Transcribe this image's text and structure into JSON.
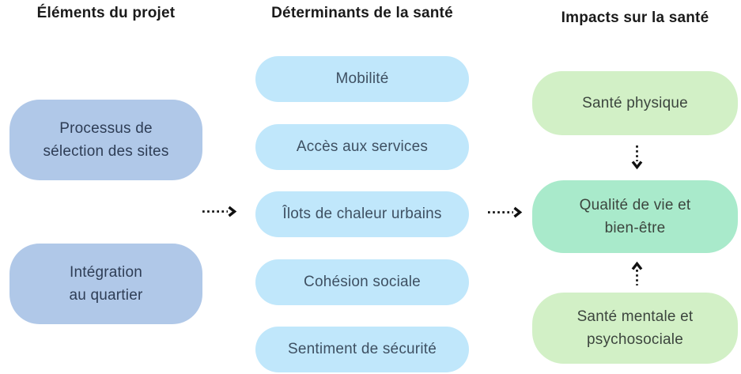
{
  "diagram": {
    "columns": {
      "left": {
        "title": "Éléments du projet",
        "boxes": [
          {
            "lines": [
              "Processus de",
              "sélection des sites"
            ]
          },
          {
            "lines": [
              "Intégration",
              "au quartier"
            ]
          }
        ]
      },
      "middle": {
        "title": "Déterminants de la santé",
        "boxes": [
          {
            "label": "Mobilité"
          },
          {
            "label": "Accès aux services"
          },
          {
            "label": "Îlots de chaleur urbains"
          },
          {
            "label": "Cohésion sociale"
          },
          {
            "label": "Sentiment de sécurité"
          }
        ]
      },
      "right": {
        "title": "Impacts sur la santé",
        "boxes": [
          {
            "label": "Santé physique"
          },
          {
            "lines": [
              "Qualité de vie et",
              "bien-être"
            ]
          },
          {
            "lines": [
              "Santé mentale et",
              "psychosociale"
            ]
          }
        ]
      }
    },
    "arrows": [
      {
        "name": "dotted-right-arrow",
        "from": "Éléments du projet",
        "to": "Déterminants de la santé"
      },
      {
        "name": "dotted-right-arrow",
        "from": "Déterminants de la santé",
        "to": "Impacts sur la santé"
      },
      {
        "name": "dotted-down-arrow",
        "from": "Santé physique",
        "to": "Qualité de vie et bien-être"
      },
      {
        "name": "dotted-up-arrow",
        "from": "Santé mentale et psychosociale",
        "to": "Qualité de vie et bien-être"
      }
    ],
    "colors": {
      "left_box_fill": "#b0c8e8",
      "middle_box_fill": "#c0e7fb",
      "green_box_fill": "#d2f0c6",
      "teal_box_fill": "#a9eacb",
      "left_box_text": "#2e3d55",
      "middle_box_text": "#3e5062",
      "green_box_text": "#3c453e",
      "title_text": "#1a1a1a",
      "arrow": "#111111"
    }
  }
}
